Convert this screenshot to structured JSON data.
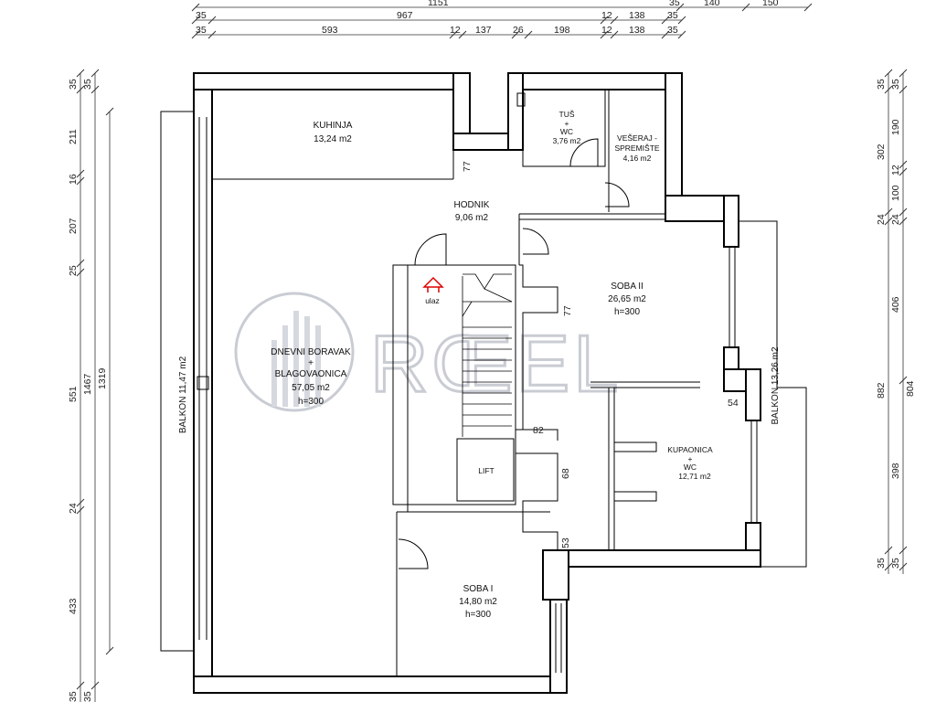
{
  "watermark": {
    "text": "RŒEL"
  },
  "dimensions": {
    "top_row1": [
      "1151",
      "35",
      "140",
      "150"
    ],
    "top_row2": [
      "35",
      "967",
      "12",
      "138",
      "35"
    ],
    "top_row3": [
      "35",
      "593",
      "12",
      "137",
      "26",
      "198",
      "12",
      "138",
      "35"
    ],
    "left_col1": [
      "35",
      "211",
      "16",
      "207",
      "25",
      "551",
      "24",
      "433",
      "35"
    ],
    "left_col2": [
      "35",
      "1467"
    ],
    "left_col3": [
      "1319"
    ],
    "right_col1": [
      "35",
      "302",
      "24",
      "882",
      "35"
    ],
    "right_col2": [
      "35",
      "190",
      "12",
      "100",
      "24",
      "406",
      "804",
      "398",
      "35"
    ],
    "inner": [
      "77",
      "77",
      "82",
      "68",
      "53",
      "54"
    ]
  },
  "rooms": {
    "kuhinja": {
      "name": "KUHINJA",
      "area": "13,24 m2"
    },
    "tus": {
      "name": "TUŠ",
      "plus": "+",
      "name2": "WC",
      "area": "3,76 m2"
    },
    "veseraj": {
      "name": "VEŠERAJ -",
      "name2": "SPREMIŠTE",
      "area": "4,16 m2"
    },
    "hodnik": {
      "name": "HODNIK",
      "area": "9,06 m2"
    },
    "ulaz": {
      "name": "ulaz"
    },
    "soba2": {
      "name": "SOBA II",
      "area": "26,65 m2",
      "height": "h=300"
    },
    "dnevni": {
      "name": "DNEVNI BORAVAK",
      "plus": "+",
      "name2": "BLAGOVAONICA",
      "area": "57,05 m2",
      "height": "h=300"
    },
    "balkon_left": {
      "label": "BALKON  11,47 m2"
    },
    "balkon_right": {
      "label": "BALKON  13,26 m2"
    },
    "kupaonica": {
      "name": "KUPAONICA",
      "plus": "+",
      "name2": "WC",
      "area": "12,71 m2"
    },
    "lift": {
      "name": "LIFT"
    },
    "soba1": {
      "name": "SOBA I",
      "area": "14,80 m2",
      "height": "h=300"
    }
  },
  "colors": {
    "wall": "#ffffff",
    "outline": "#000000",
    "watermark": "#c9ccd3"
  }
}
